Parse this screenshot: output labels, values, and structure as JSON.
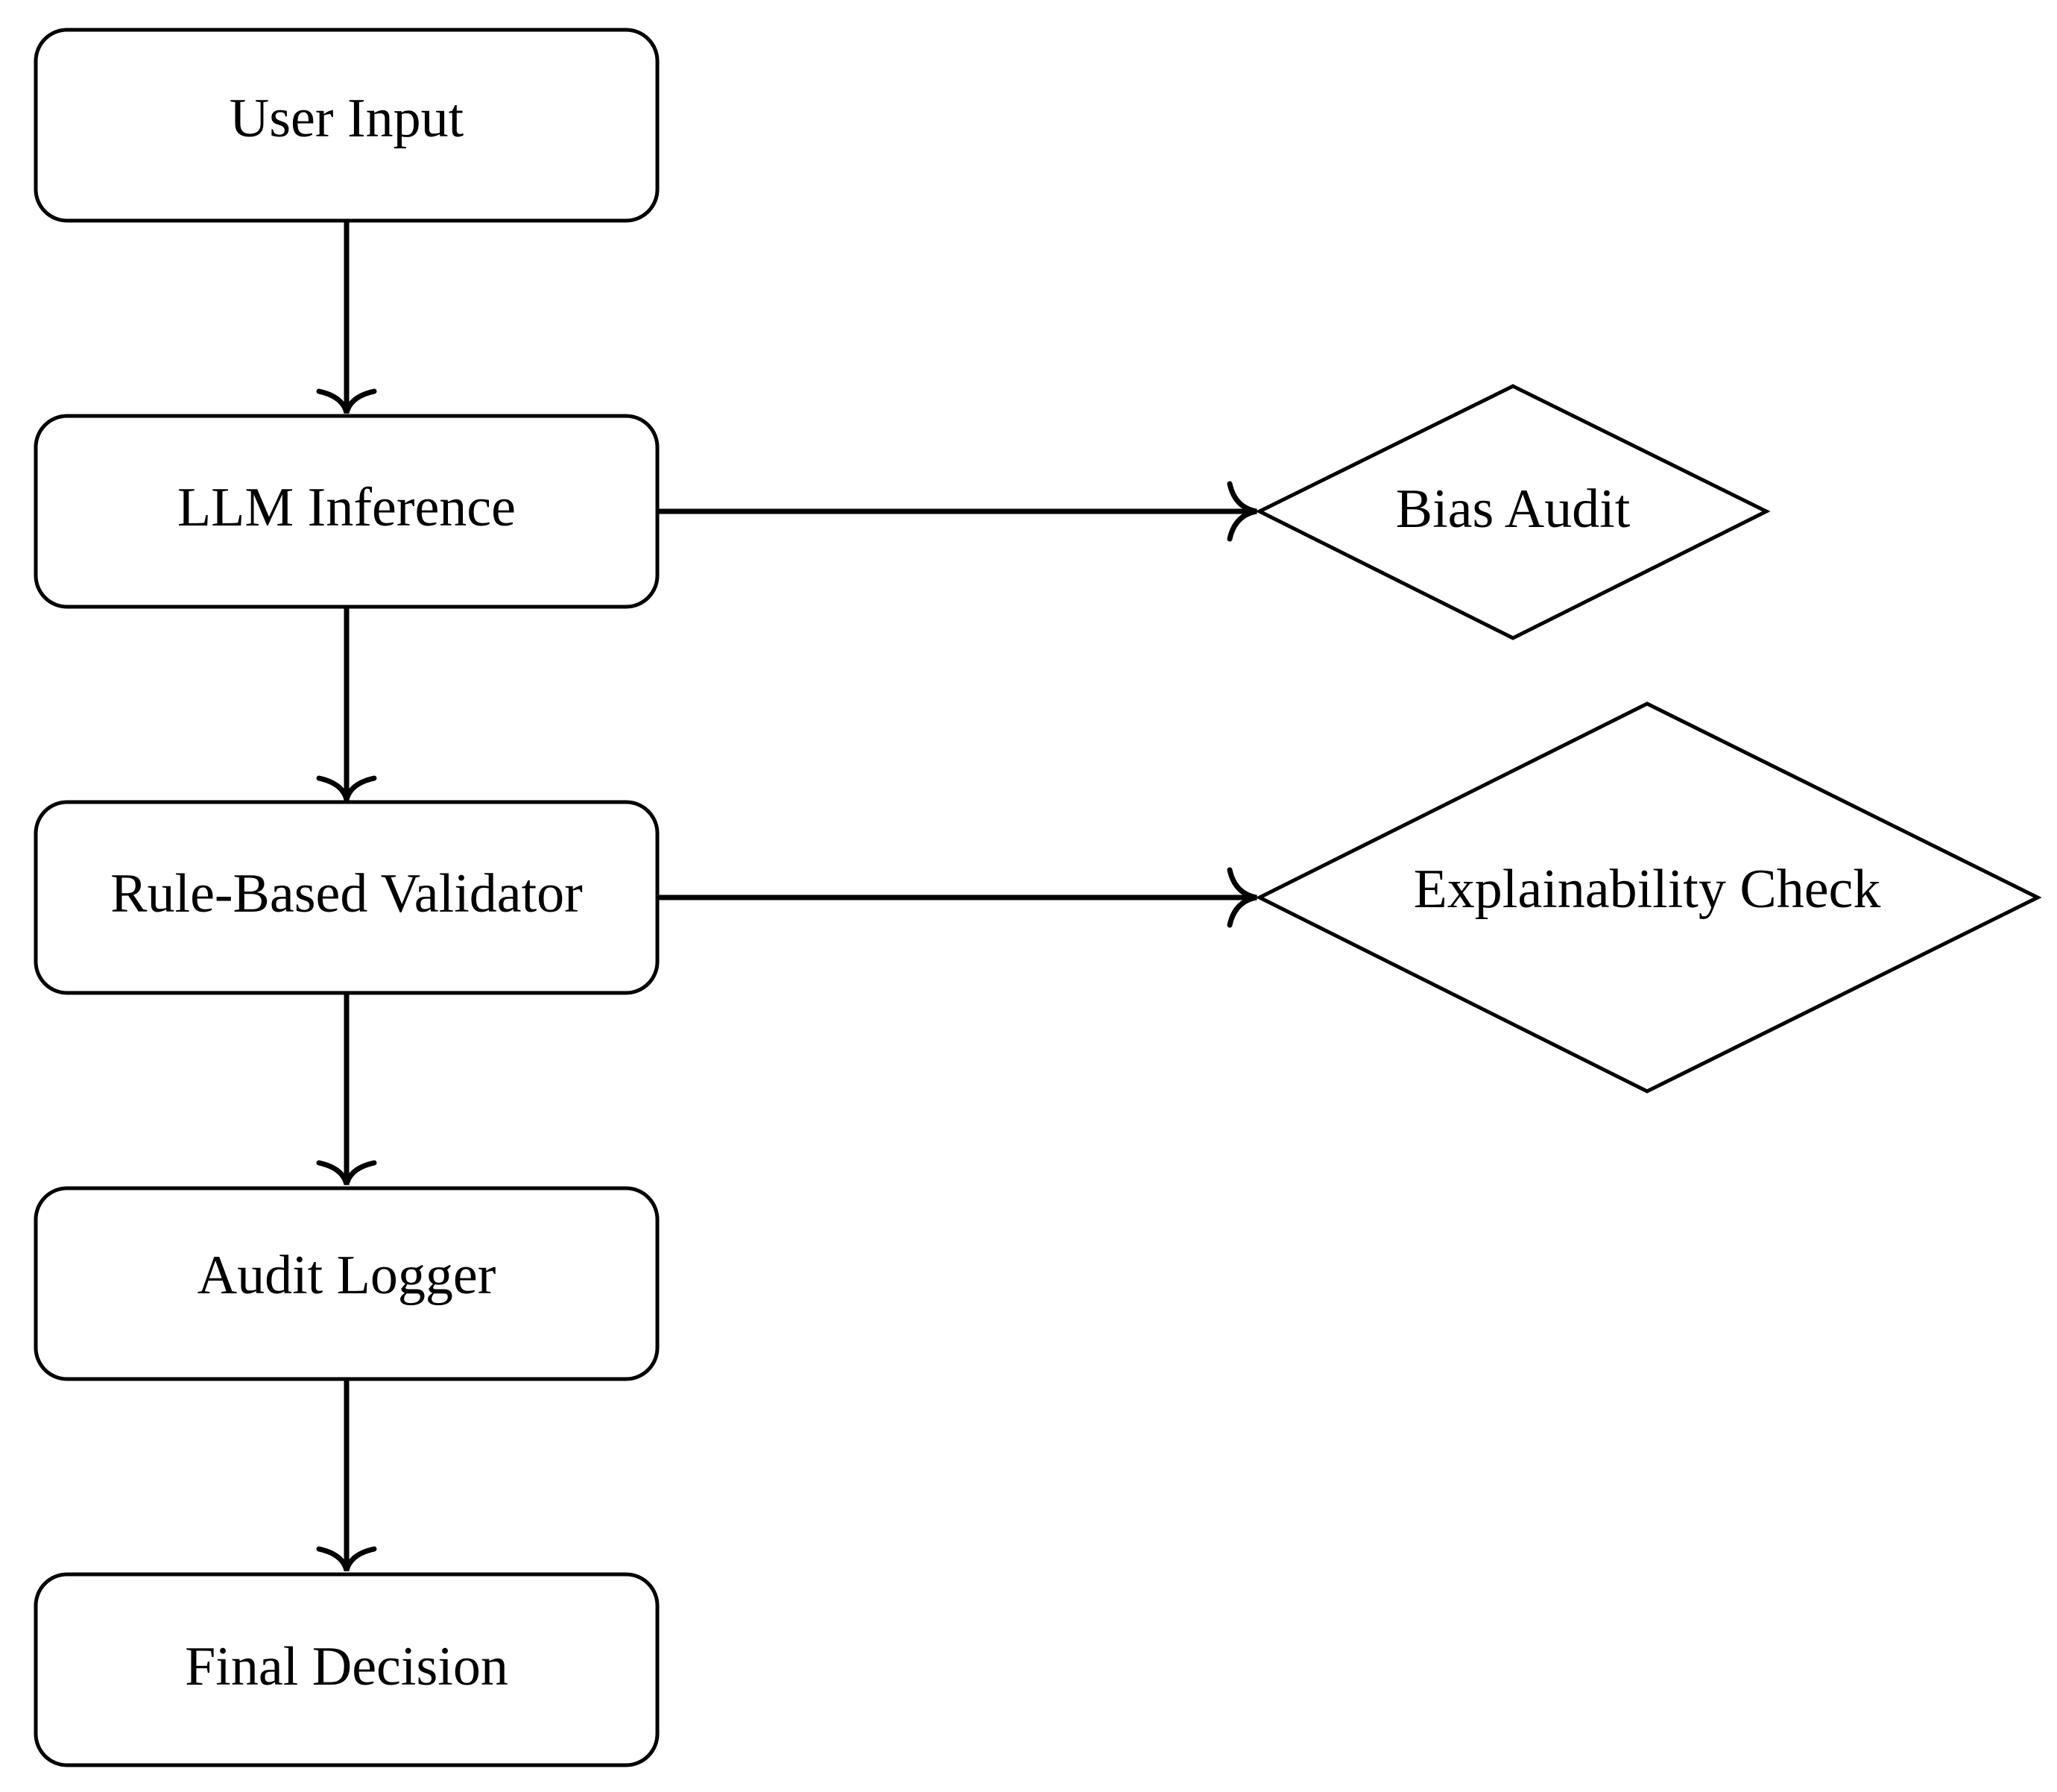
{
  "diagram": {
    "nodes": [
      {
        "id": "user_input",
        "label": "User Input",
        "shape": "rounded-rectangle"
      },
      {
        "id": "llm_inference",
        "label": "LLM Inference",
        "shape": "rounded-rectangle"
      },
      {
        "id": "rule_validator",
        "label": "Rule-Based Validator",
        "shape": "rounded-rectangle"
      },
      {
        "id": "audit_logger",
        "label": "Audit Logger",
        "shape": "rounded-rectangle"
      },
      {
        "id": "final_decision",
        "label": "Final Decision",
        "shape": "rounded-rectangle"
      },
      {
        "id": "bias_audit",
        "label": "Bias Audit",
        "shape": "diamond"
      },
      {
        "id": "explainability_check",
        "label": "Explainability Check",
        "shape": "diamond"
      }
    ],
    "edges": [
      {
        "from": "user_input",
        "to": "llm_inference"
      },
      {
        "from": "llm_inference",
        "to": "rule_validator"
      },
      {
        "from": "rule_validator",
        "to": "audit_logger"
      },
      {
        "from": "audit_logger",
        "to": "final_decision"
      },
      {
        "from": "llm_inference",
        "to": "bias_audit"
      },
      {
        "from": "rule_validator",
        "to": "explainability_check"
      }
    ],
    "colors": {
      "stroke": "#000000",
      "fill": "#ffffff",
      "text": "#000000"
    }
  }
}
